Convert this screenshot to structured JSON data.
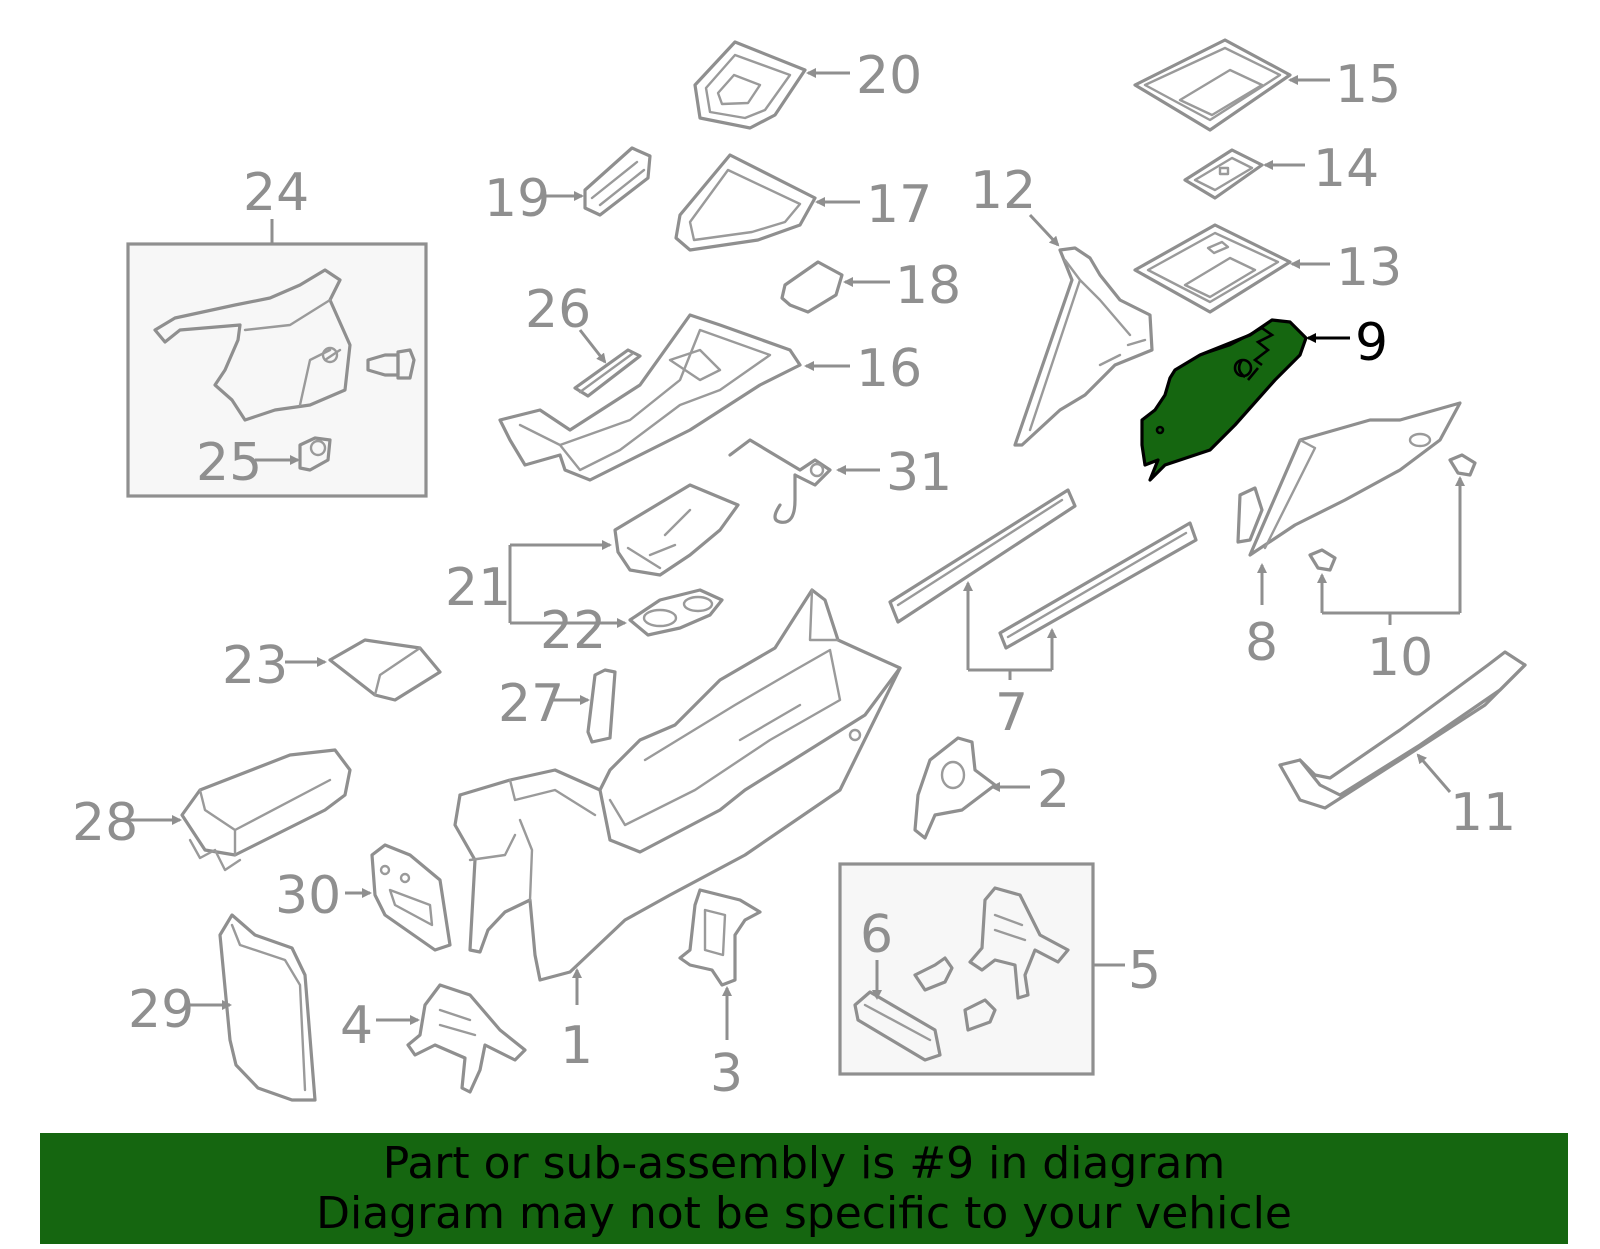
{
  "diagram": {
    "highlighted_part": "9",
    "callouts": [
      "1",
      "2",
      "3",
      "4",
      "5",
      "6",
      "7",
      "8",
      "9",
      "10",
      "11",
      "12",
      "13",
      "14",
      "15",
      "16",
      "17",
      "18",
      "19",
      "20",
      "21",
      "22",
      "23",
      "24",
      "25",
      "26",
      "27",
      "28",
      "29",
      "30",
      "31"
    ]
  },
  "banner": {
    "line1": "Part or sub-assembly is #9 in diagram",
    "line2": "Diagram may not be specific to your vehicle"
  },
  "colors": {
    "highlight": "#156610",
    "line": "#8f8f8f",
    "background": "#ffffff"
  }
}
